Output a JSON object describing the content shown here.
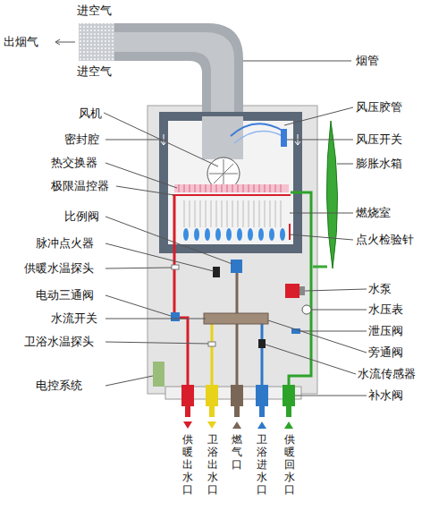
{
  "diagram": {
    "labels": [
      "进空气",
      "出烟气",
      "进空气",
      "烟管",
      "风机",
      "风压胶管",
      "密封腔",
      "风压开关",
      "膨胀水箱",
      "热交换器",
      "极限温控器",
      "燃烧室",
      "比例阀",
      "点火检验针",
      "脉冲点火器",
      "供暖水温探头",
      "水泵",
      "电动三通阀",
      "水压表",
      "水流开关",
      "泄压阀",
      "卫浴水温探头",
      "旁通阀",
      "水流传感器",
      "电控系统",
      "补水阀",
      "供暖出水口",
      "卫浴出水口",
      "燃气口",
      "卫浴进水口",
      "供暖回水口"
    ]
  }
}
